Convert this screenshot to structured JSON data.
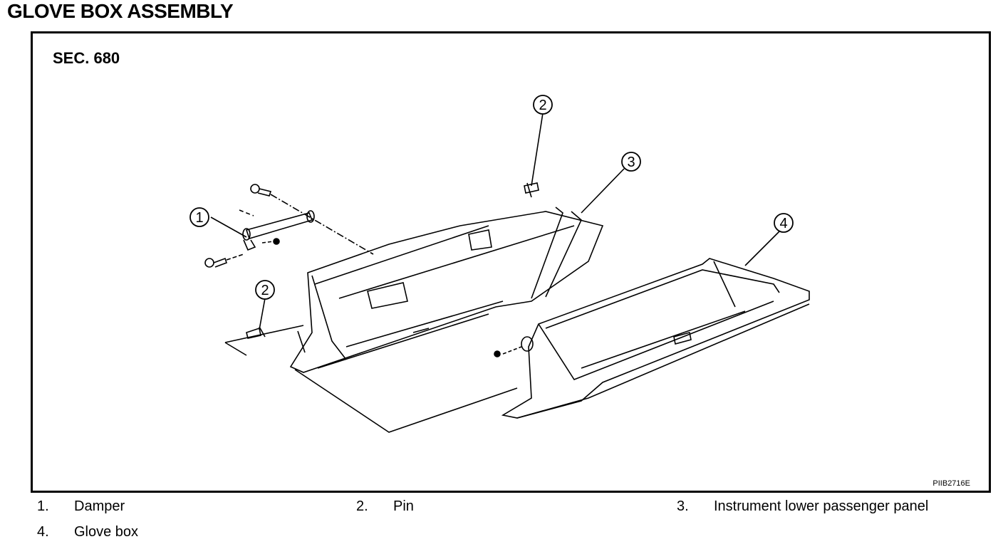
{
  "title": "GLOVE BOX ASSEMBLY",
  "section": "SEC. 680",
  "figure_code": "PIIB2716E",
  "callouts": [
    "1",
    "2",
    "2",
    "3",
    "4"
  ],
  "legend": [
    {
      "num": "1.",
      "label": "Damper"
    },
    {
      "num": "2.",
      "label": "Pin"
    },
    {
      "num": "3.",
      "label": "Instrument lower passenger panel"
    },
    {
      "num": "4.",
      "label": "Glove box"
    }
  ]
}
